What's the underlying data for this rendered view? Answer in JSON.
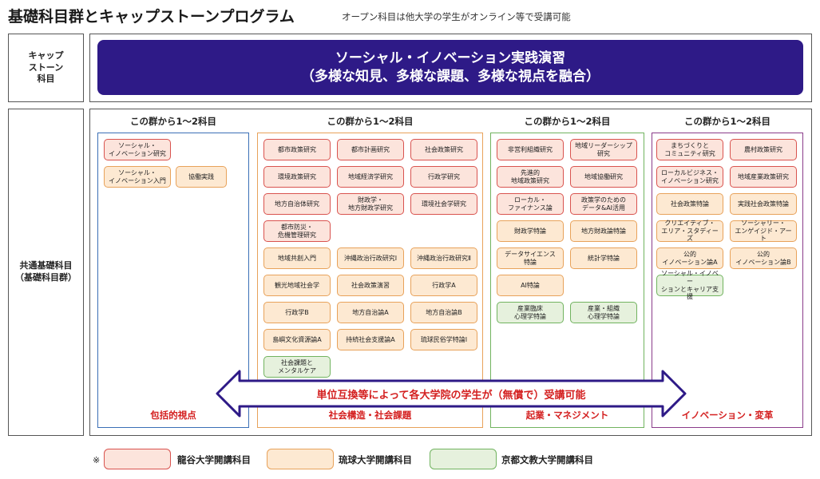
{
  "header": {
    "title": "基礎科目群とキャップストーンプログラム",
    "note": "オープン科目は他大学の学生がオンライン等で受講可能"
  },
  "capstone": {
    "label": "キャップ\nストーン\n科目",
    "line1": "ソーシャル・イノベーション実践演習",
    "line2": "（多様な知見、多様な課題、多様な視点を融合）"
  },
  "basic": {
    "label": "共通基礎科目\n（基礎科目群）"
  },
  "colors": {
    "ryukoku": "#d9534f",
    "ryukyu": "#e8a25a",
    "kyotobunkyo": "#71b35f",
    "banner": "#2e1a87",
    "arrow_text": "#d42020"
  },
  "groups": [
    {
      "heading": "この群から1～2科目",
      "footer": "包括的視点",
      "border_color": "#3b6fb6",
      "footer_color": "#d42020",
      "courses": [
        {
          "name": "ソーシャル・\nイノベーション研究",
          "uni": "r"
        },
        {
          "name": "ソーシャル・\nイノベーション入門",
          "uni": "o"
        },
        {
          "name": "協働実践",
          "uni": "o"
        }
      ]
    },
    {
      "heading": "この群から1～2科目",
      "footer": "社会構造・社会課題",
      "border_color": "#e8a25a",
      "footer_color": "#d42020",
      "courses": [
        {
          "name": "都市政策研究",
          "uni": "r"
        },
        {
          "name": "都市計画研究",
          "uni": "r"
        },
        {
          "name": "社会政策研究",
          "uni": "r"
        },
        {
          "name": "環境政策研究",
          "uni": "r"
        },
        {
          "name": "地域経済学研究",
          "uni": "r"
        },
        {
          "name": "行政学研究",
          "uni": "r"
        },
        {
          "name": "地方自治体研究",
          "uni": "r"
        },
        {
          "name": "財政学・\n地方財政学研究",
          "uni": "r"
        },
        {
          "name": "環境社会学研究",
          "uni": "r"
        },
        {
          "name": "都市防災・\n危機管理研究",
          "uni": "r"
        },
        {
          "name": "地域共創入門",
          "uni": "o"
        },
        {
          "name": "沖縄政治行政研究Ⅰ",
          "uni": "o"
        },
        {
          "name": "沖縄政治行政研究Ⅱ",
          "uni": "o"
        },
        {
          "name": "観光地域社会学",
          "uni": "o"
        },
        {
          "name": "社会政策演習",
          "uni": "o"
        },
        {
          "name": "行政学A",
          "uni": "o"
        },
        {
          "name": "行政学B",
          "uni": "o"
        },
        {
          "name": "地方自治論A",
          "uni": "o"
        },
        {
          "name": "地方自治論B",
          "uni": "o"
        },
        {
          "name": "島嶼文化資源論A",
          "uni": "o"
        },
        {
          "name": "持続社会支援論A",
          "uni": "o"
        },
        {
          "name": "琉球民俗学特論Ⅰ",
          "uni": "o"
        },
        {
          "name": "社会課題と\nメンタルケア",
          "uni": "g"
        }
      ]
    },
    {
      "heading": "この群から1～2科目",
      "footer": "起業・マネジメント",
      "border_color": "#71b35f",
      "footer_color": "#d42020",
      "courses": [
        {
          "name": "非営利組織研究",
          "uni": "r"
        },
        {
          "name": "地域リーダーシップ\n研究",
          "uni": "r"
        },
        {
          "name": "先進的\n地域政策研究",
          "uni": "r"
        },
        {
          "name": "地域協働研究",
          "uni": "r"
        },
        {
          "name": "ローカル・\nファイナンス論",
          "uni": "r"
        },
        {
          "name": "政策学のための\nデータ&AI活用",
          "uni": "r"
        },
        {
          "name": "財政学特論",
          "uni": "o"
        },
        {
          "name": "地方財政論特論",
          "uni": "o"
        },
        {
          "name": "データサイエンス\n特論",
          "uni": "o"
        },
        {
          "name": "統計学特論",
          "uni": "o"
        },
        {
          "name": "AI特論",
          "uni": "o"
        },
        {
          "name": "産業臨床\n心理学特論",
          "uni": "g"
        },
        {
          "name": "産業・組織\n心理学特論",
          "uni": "g"
        }
      ]
    },
    {
      "heading": "この群から1～2科目",
      "footer": "イノベーション・変革",
      "border_color": "#8a3c8a",
      "footer_color": "#d42020",
      "courses": [
        {
          "name": "まちづくりと\nコミュニティ研究",
          "uni": "r"
        },
        {
          "name": "農村政策研究",
          "uni": "r"
        },
        {
          "name": "ローカルビジネス・\nイノベーション研究",
          "uni": "r"
        },
        {
          "name": "地域産業政策研究",
          "uni": "r"
        },
        {
          "name": "社会政策特論",
          "uni": "o"
        },
        {
          "name": "実践社会政策特論",
          "uni": "o"
        },
        {
          "name": "クリエイティブ・\nエリア・スタディーズ",
          "uni": "o"
        },
        {
          "name": "ソーシャリー・\nエンゲイジド・アート",
          "uni": "o"
        },
        {
          "name": "公的\nイノベーション論A",
          "uni": "o"
        },
        {
          "name": "公的\nイノベーション論B",
          "uni": "o"
        },
        {
          "name": "ソーシャル・イノベー\nションとキャリア支援",
          "uni": "g"
        }
      ]
    }
  ],
  "arrow": {
    "text": "単位互換等によって各大学院の学生が（無償で）受講可能"
  },
  "legend": {
    "mark": "※",
    "items": [
      {
        "label": "龍谷大学開講科目",
        "uni": "r"
      },
      {
        "label": "琉球大学開講科目",
        "uni": "o"
      },
      {
        "label": "京都文教大学開講科目",
        "uni": "g"
      }
    ]
  }
}
